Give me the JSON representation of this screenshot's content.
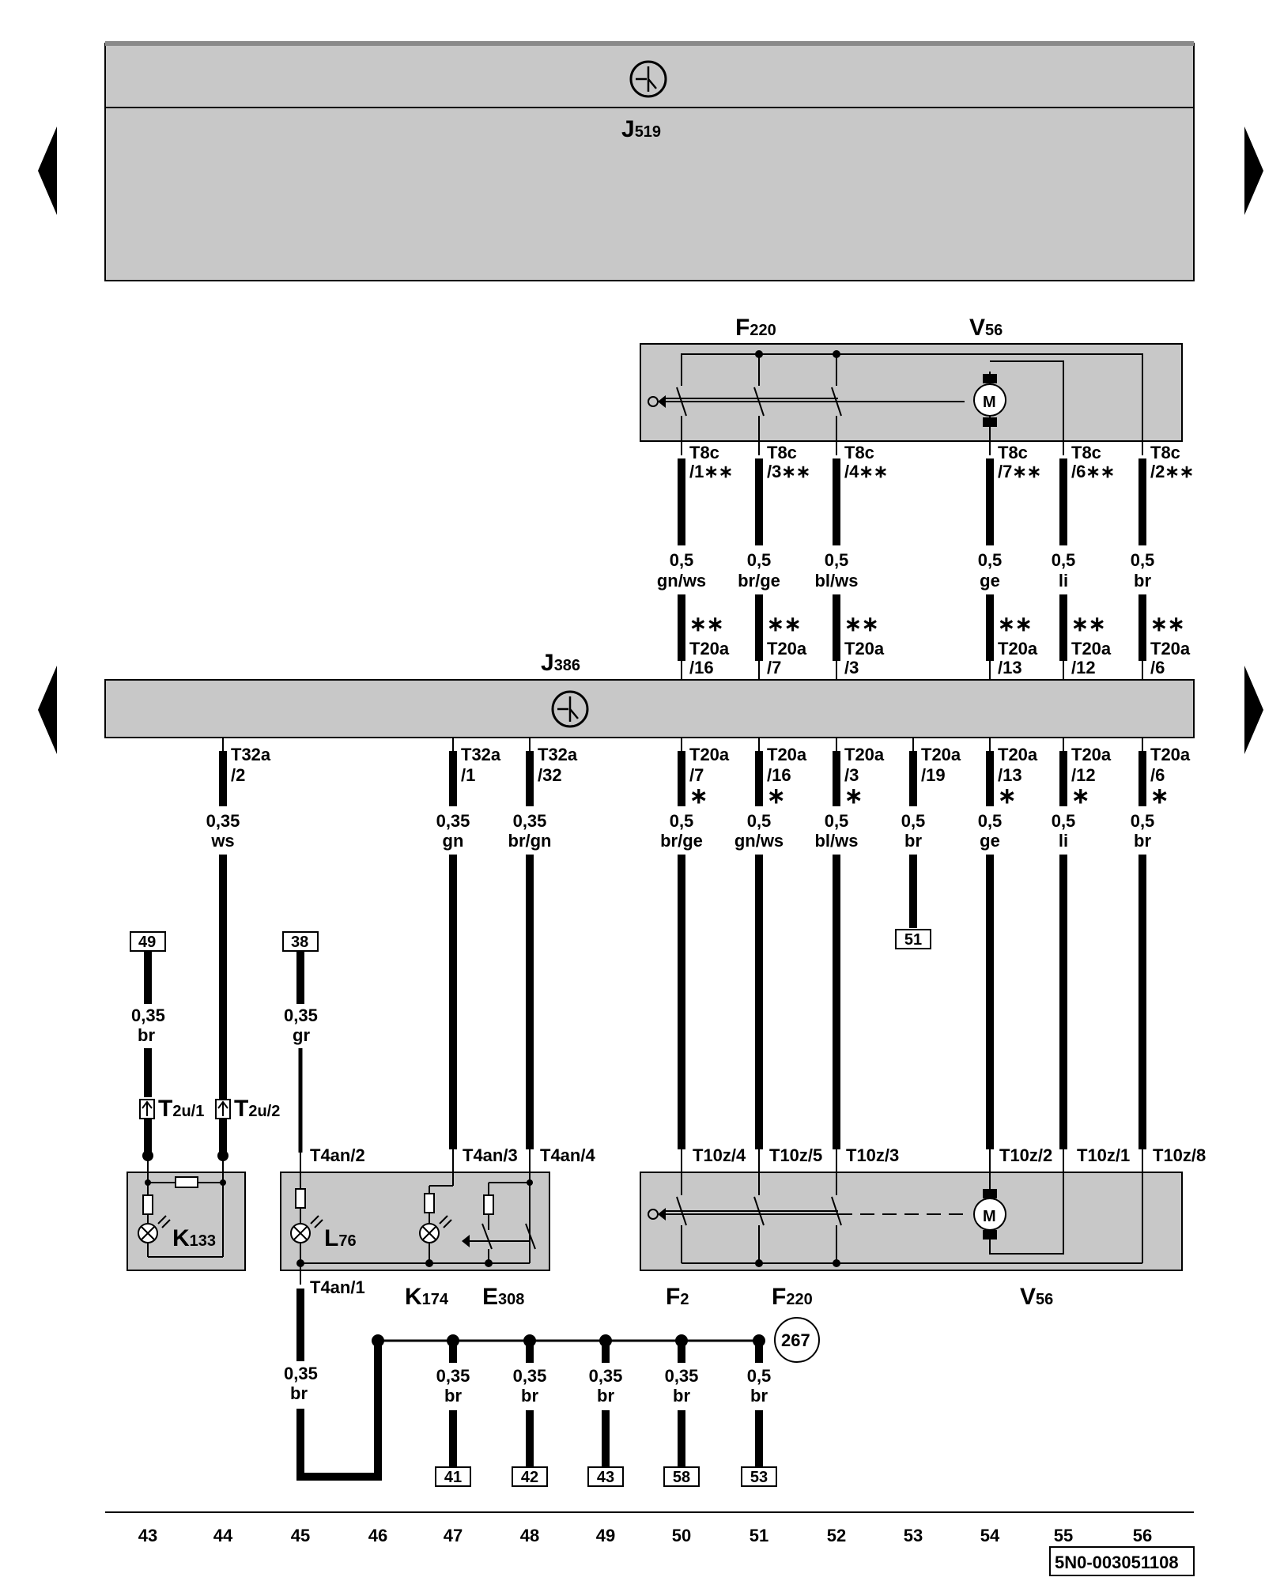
{
  "page_ref": "5N0-003051108",
  "columns": [
    "43",
    "44",
    "45",
    "46",
    "47",
    "48",
    "49",
    "50",
    "51",
    "52",
    "53",
    "54",
    "55",
    "56"
  ],
  "components": {
    "J519": {
      "letter": "J",
      "sub": "519"
    },
    "J386": {
      "letter": "J",
      "sub": "386"
    },
    "F220_top": {
      "letter": "F",
      "sub": "220"
    },
    "V56_top": {
      "letter": "V",
      "sub": "56"
    },
    "K133": {
      "letter": "K",
      "sub": "133"
    },
    "L76": {
      "letter": "L",
      "sub": "76"
    },
    "K174": {
      "letter": "K",
      "sub": "174"
    },
    "E308": {
      "letter": "E",
      "sub": "308"
    },
    "F2": {
      "letter": "F",
      "sub": "2"
    },
    "F220_bot": {
      "letter": "F",
      "sub": "220"
    },
    "V56_bot": {
      "letter": "V",
      "sub": "56"
    }
  },
  "motor_symbol": "M",
  "ground_point": "267",
  "top_wires": [
    {
      "pin": [
        "T8c",
        "/1∗∗"
      ],
      "size": "0,5",
      "color": "gn/ws",
      "mark": "∗∗",
      "pin2": [
        "T20a",
        "/16"
      ]
    },
    {
      "pin": [
        "T8c",
        "/3∗∗"
      ],
      "size": "0,5",
      "color": "br/ge",
      "mark": "∗∗",
      "pin2": [
        "T20a",
        "/7"
      ]
    },
    {
      "pin": [
        "T8c",
        "/4∗∗"
      ],
      "size": "0,5",
      "color": "bl/ws",
      "mark": "∗∗",
      "pin2": [
        "T20a",
        "/3"
      ]
    },
    {
      "pin": [
        "T8c",
        "/7∗∗"
      ],
      "size": "0,5",
      "color": "ge",
      "mark": "∗∗",
      "pin2": [
        "T20a",
        "/13"
      ]
    },
    {
      "pin": [
        "T8c",
        "/6∗∗"
      ],
      "size": "0,5",
      "color": "li",
      "mark": "∗∗",
      "pin2": [
        "T20a",
        "/12"
      ]
    },
    {
      "pin": [
        "T8c",
        "/2∗∗"
      ],
      "size": "0,5",
      "color": "br",
      "mark": "∗∗",
      "pin2": [
        "T20a",
        "/6"
      ]
    }
  ],
  "lower_wires": [
    {
      "pin": [
        "T32a",
        "/2"
      ],
      "size": "0,35",
      "color": "ws"
    },
    {
      "pin": [
        "T32a",
        "/1"
      ],
      "size": "0,35",
      "color": "gn"
    },
    {
      "pin": [
        "T32a",
        "/32"
      ],
      "size": "0,35",
      "color": "br/gn"
    },
    {
      "pin": [
        "T20a",
        "/7",
        "∗"
      ],
      "size": "0,5",
      "color": "br/ge"
    },
    {
      "pin": [
        "T20a",
        "/16",
        "∗"
      ],
      "size": "0,5",
      "color": "gn/ws"
    },
    {
      "pin": [
        "T20a",
        "/3",
        "∗"
      ],
      "size": "0,5",
      "color": "bl/ws"
    },
    {
      "pin": [
        "T20a",
        "/19"
      ],
      "size": "0,5",
      "color": "br"
    },
    {
      "pin": [
        "T20a",
        "/13",
        "∗"
      ],
      "size": "0,5",
      "color": "ge"
    },
    {
      "pin": [
        "T20a",
        "/12",
        "∗"
      ],
      "size": "0,5",
      "color": "li"
    },
    {
      "pin": [
        "T20a",
        "/6",
        "∗"
      ],
      "size": "0,5",
      "color": "br"
    }
  ],
  "ref_boxes": {
    "r49": "49",
    "r38": "38",
    "r51": "51",
    "r41": "41",
    "r42": "42",
    "r43": "43",
    "r58": "58",
    "r53": "53"
  },
  "wire_labels": {
    "k133_size": "0,35",
    "k133_color": "br",
    "l76_size": "0,35",
    "l76_color": "gr",
    "gnd45_size": "0,35",
    "gnd45_color": "br",
    "g47_size": "0,35",
    "g47_color": "br",
    "g48_size": "0,35",
    "g48_color": "br",
    "g49_size": "0,35",
    "g49_color": "br",
    "g50_size": "0,35",
    "g50_color": "br",
    "g51_size": "0,5",
    "g51_color": "br"
  },
  "connectors": {
    "t2u1": [
      "T",
      "2u/1"
    ],
    "t2u2": [
      "T",
      "2u/2"
    ],
    "t4an2": "T4an/2",
    "t4an3": "T4an/3",
    "t4an4": "T4an/4",
    "t4an1": "T4an/1",
    "t10z4": "T10z/4",
    "t10z5": "T10z/5",
    "t10z3": "T10z/3",
    "t10z2": "T10z/2",
    "t10z1": "T10z/1",
    "t10z8": "T10z/8"
  }
}
